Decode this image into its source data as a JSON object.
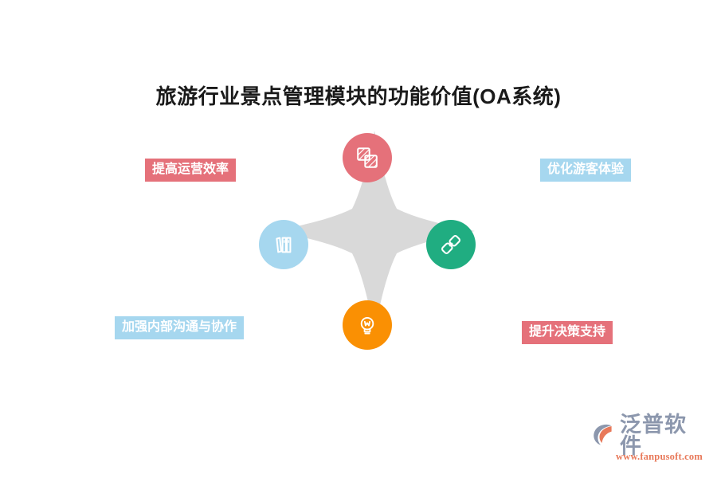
{
  "page": {
    "title": "旅游行业景点管理模块的功能价值(OA系统)",
    "background_color": "#ffffff"
  },
  "colors": {
    "red": "#e5717a",
    "light_blue": "#a6d7ef",
    "green": "#20ad81",
    "orange": "#fa9003",
    "star_gray": "#d9d9d9",
    "title_text": "#1a1a1a",
    "label_text": "#ffffff"
  },
  "diagram": {
    "type": "four-point-star-hub",
    "center_shape": "four-pointed-star",
    "nodes": [
      {
        "position": "top",
        "icon": "layers-copy-icon",
        "color": "#e5717a",
        "label_ref": 0
      },
      {
        "position": "right",
        "icon": "chain-link-icon",
        "color": "#20ad81",
        "label_ref": 1
      },
      {
        "position": "left",
        "icon": "books-icon",
        "color": "#a6d7ef",
        "label_ref": 2
      },
      {
        "position": "bottom",
        "icon": "lightbulb-icon",
        "color": "#fa9003",
        "label_ref": 3
      }
    ],
    "labels": [
      {
        "text": "提高运营效率",
        "background": "#e5717a",
        "corner": "top-left"
      },
      {
        "text": "优化游客体验",
        "background": "#a6d7ef",
        "corner": "top-right"
      },
      {
        "text": "加强内部沟通与协作",
        "background": "#a6d7ef",
        "corner": "bottom-left"
      },
      {
        "text": "提升决策支持",
        "background": "#e5717a",
        "corner": "bottom-right"
      }
    ]
  },
  "watermark": {
    "brand_name": "泛普软件",
    "url": "www.fanpusoft.com",
    "mark": "fanpu-c-swoosh-logo",
    "brand_color": "#8c97ad",
    "url_color": "#e8795a"
  }
}
